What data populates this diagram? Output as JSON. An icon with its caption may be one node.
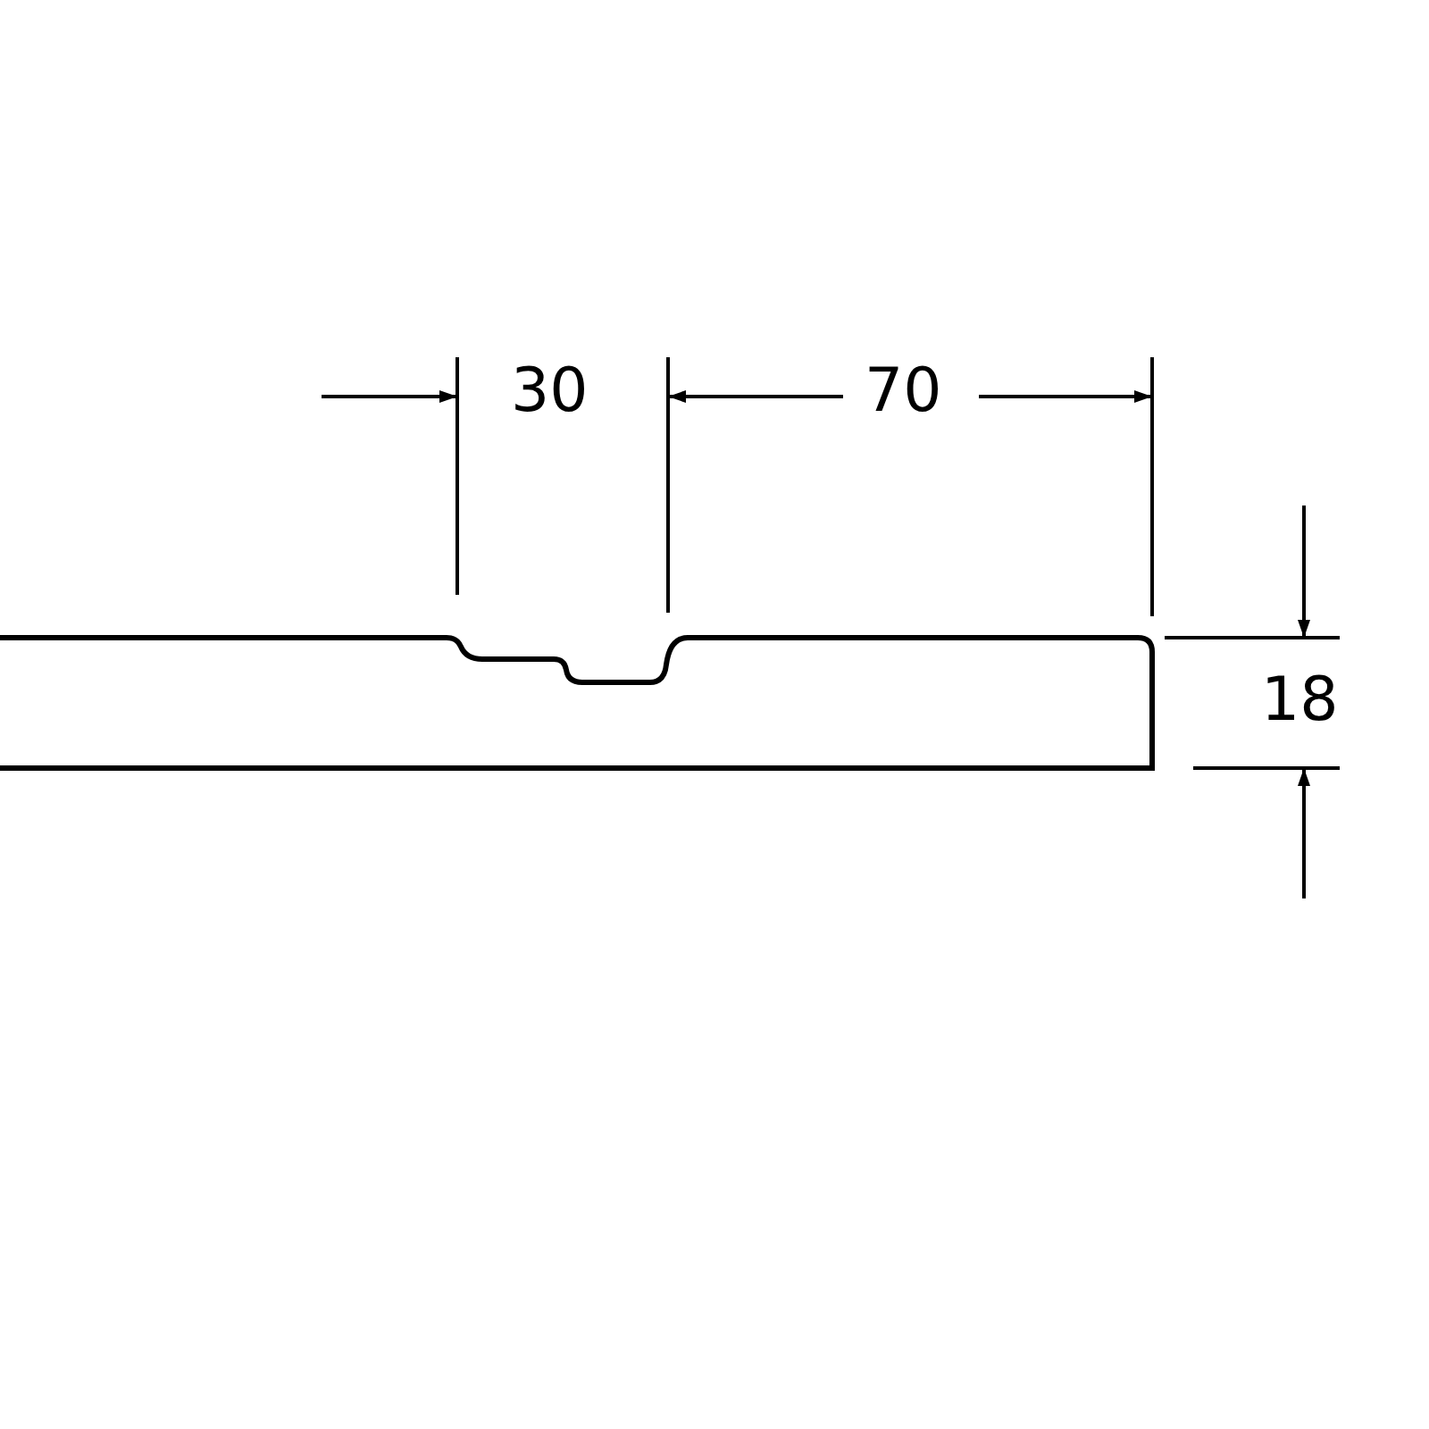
{
  "diagram": {
    "labels": [
      "30",
      "70",
      "18"
    ]
  }
}
